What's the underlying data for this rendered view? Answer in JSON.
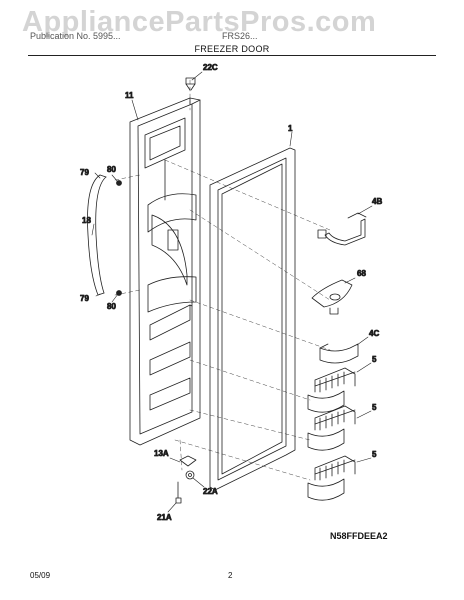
{
  "watermark": "AppliancePartsPros.com",
  "header": {
    "left_text": "Publication No. 5995...",
    "right_text": "FRS26...",
    "section_title": "FREEZER DOOR"
  },
  "callouts": {
    "c22C": "22C",
    "c11": "11",
    "c1": "1",
    "c4B": "4B",
    "c79_top": "79",
    "c80_top": "80",
    "c18": "18",
    "c68": "68",
    "c79_bot": "79",
    "c80_bot": "80",
    "c4C": "4C",
    "c5_a": "5",
    "c5_b": "5",
    "c5_c": "5",
    "c13A": "13A",
    "c22A": "22A",
    "c21A": "21A"
  },
  "diagram_code": "N58FFDEEA2",
  "footer": {
    "date": "05/09",
    "page": "2"
  }
}
